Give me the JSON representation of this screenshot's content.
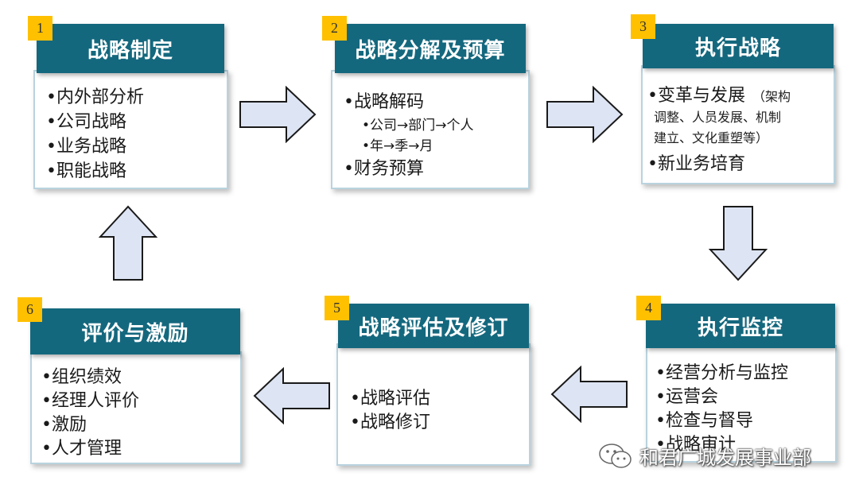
{
  "steps": [
    {
      "number": "1",
      "title": "战略制定",
      "items": [
        "•内外部分析",
        "•公司战略",
        "•业务战略",
        "•职能战略"
      ]
    },
    {
      "number": "2",
      "title": "战略分解及预算",
      "items": [
        "•战略解码",
        "•公司→部门→个人",
        "•年→季→月",
        "•财务预算"
      ]
    },
    {
      "number": "3",
      "title": "执行战略",
      "items": [
        "•变革与发展",
        "（架构",
        "调整、人员发展、机制",
        "建立、文化重塑等）",
        "•新业务培育"
      ]
    },
    {
      "number": "4",
      "title": "执行监控",
      "items": [
        "•经营分析与监控",
        "•运营会",
        "•检查与督导",
        "•战略审计"
      ]
    },
    {
      "number": "5",
      "title": "战略评估及修订",
      "items": [
        "•战略评估",
        "•战略修订"
      ]
    },
    {
      "number": "6",
      "title": "评价与激励",
      "items": [
        "•组织绩效",
        "•经理人评价",
        "•激励",
        "•人才管理"
      ]
    }
  ],
  "watermark": {
    "text": "和君广城发展事业部",
    "icon": "wechat-icon"
  },
  "colors": {
    "header_bg": "#14687e",
    "badge_bg": "#ffc000",
    "box_border": "#b9d3df",
    "arrow_fill": "#dde4f3",
    "arrow_stroke": "#1a1a1a"
  }
}
